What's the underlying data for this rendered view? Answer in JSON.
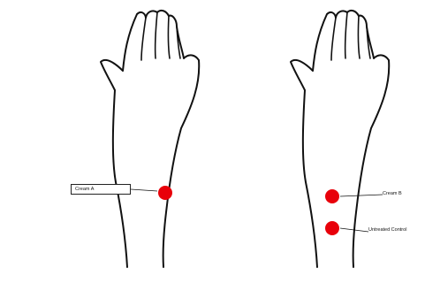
{
  "title": "",
  "labels": {
    "cream_a": "Cream A",
    "cream_b": "Cream B",
    "untreated": "Untreated Control"
  },
  "colors": {
    "marker": "#e8000a",
    "outline": "#111111",
    "background": "#ffffff"
  },
  "arms": [
    {
      "name": "left-arm",
      "sites": [
        "Cream A"
      ]
    },
    {
      "name": "right-arm",
      "sites": [
        "Cream B",
        "Untreated Control"
      ]
    }
  ]
}
